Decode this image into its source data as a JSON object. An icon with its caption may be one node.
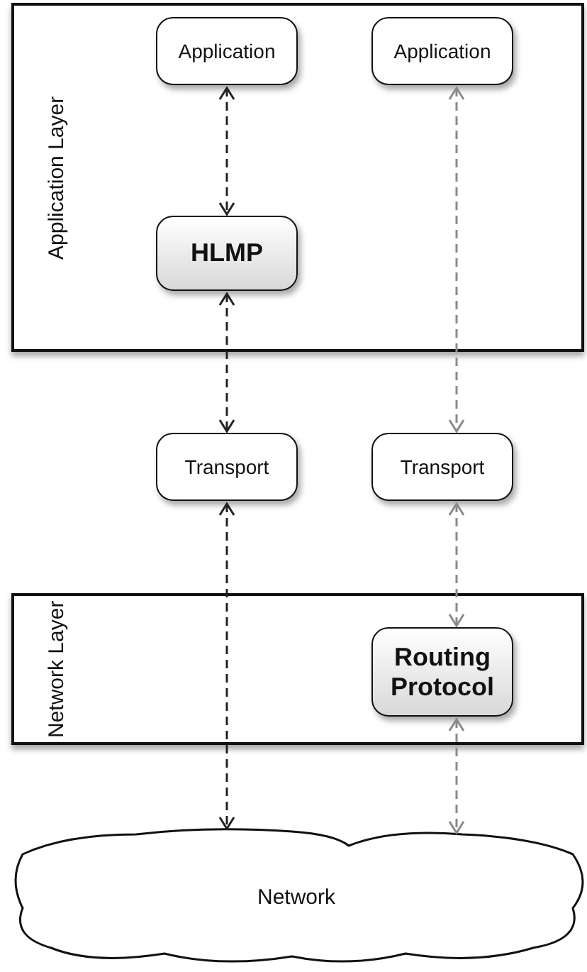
{
  "diagram": {
    "nodes": [
      {
        "text": [
          "Application Layer"
        ]
      },
      {
        "text": [
          "Application"
        ],
        "in": 0
      },
      {
        "text": [
          "Application"
        ],
        "in": 0
      },
      {
        "text": [
          "HLMP"
        ],
        "in": 0
      },
      {
        "text": [
          "Transport"
        ]
      },
      {
        "text": [
          "Transport"
        ]
      },
      {
        "text": [
          "Network Layer"
        ]
      },
      {
        "text": [
          "Routing Protocol"
        ],
        "in": 6
      },
      {
        "text": [
          "Network"
        ]
      }
    ],
    "edges": [
      {
        "from": 1,
        "to": 3,
        "arrow": "both",
        "style": "dashed"
      },
      {
        "from": 3,
        "to": 4,
        "arrow": "both",
        "style": "dashed"
      },
      {
        "from": 2,
        "to": 5,
        "arrow": "both",
        "style": "dashed",
        "color": "#8a8a8a"
      },
      {
        "from": 4,
        "to": 8,
        "arrow": "both",
        "style": "dashed"
      },
      {
        "from": 5,
        "to": 7,
        "arrow": "both",
        "style": "dashed",
        "color": "#8a8a8a"
      },
      {
        "from": 7,
        "to": 8,
        "arrow": "both",
        "style": "dashed",
        "color": "#8a8a8a"
      }
    ]
  }
}
